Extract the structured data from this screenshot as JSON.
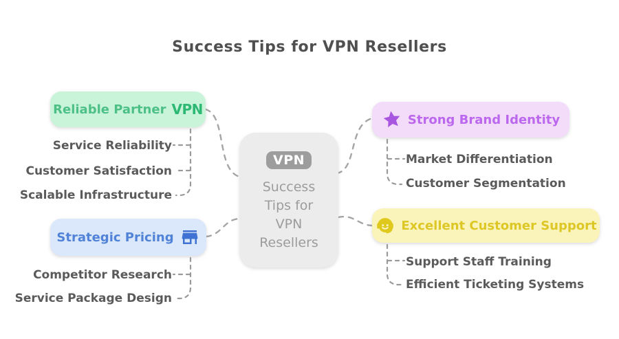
{
  "title": "Success Tips for VPN Resellers",
  "center": {
    "badge": "VPN",
    "lines": [
      "Success",
      "Tips for",
      "VPN",
      "Resellers"
    ]
  },
  "branches": [
    {
      "id": "reliable-partner-vpn",
      "label": "Reliable Partner",
      "logo": "VPN",
      "icon": "vpn-logotype",
      "colors": {
        "bg": "#c9f4da",
        "text": "#4cc086",
        "accent": "#2db873"
      },
      "children": [
        "Service Reliability",
        "Customer Satisfaction",
        "Scalable Infrastructure"
      ]
    },
    {
      "id": "strategic-pricing",
      "label": "Strategic Pricing",
      "icon": "store-icon",
      "colors": {
        "bg": "#dbe8fb",
        "text": "#5083d8",
        "accent": "#3f72d2"
      },
      "children": [
        "Competitor Research",
        "Service Package Design"
      ]
    },
    {
      "id": "strong-brand-identity",
      "label": "Strong Brand Identity",
      "icon": "star-icon",
      "colors": {
        "bg": "#f3dcf9",
        "text": "#bb68ee",
        "accent": "#a855e0"
      },
      "children": [
        "Market Differentiation",
        "Customer Segmentation"
      ]
    },
    {
      "id": "excellent-customer-support",
      "label": "Excellent Customer Support",
      "icon": "support-agent-icon",
      "colors": {
        "bg": "#faf4ba",
        "text": "#e3cf2e",
        "accent": "#dfc91d"
      },
      "children": [
        "Support Staff Training",
        "Efficient Ticketing Systems"
      ]
    }
  ],
  "palette": {
    "title_text": "#4f4f4f",
    "leaf_text": "#5a5a5a",
    "connector": "#a5a5a5",
    "center_bg": "#ececec",
    "center_text": "#9c9c9c",
    "badge_bg": "#9d9d9d",
    "badge_text": "#ffffff"
  }
}
